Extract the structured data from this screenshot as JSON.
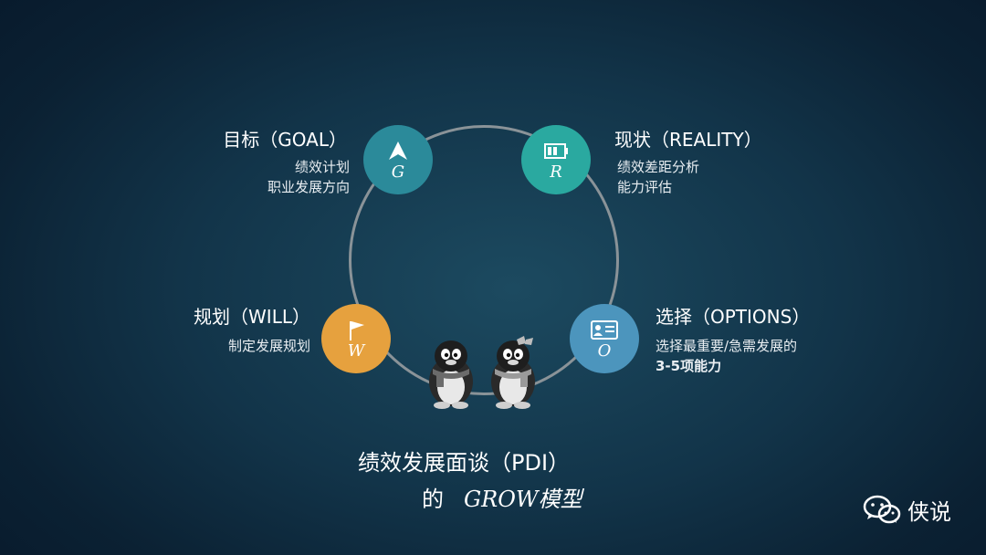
{
  "model": {
    "title": "绩效发展面谈（PDI）",
    "subtitle_prefix": "的",
    "subtitle_model": "GROW模型"
  },
  "stages": {
    "goal": {
      "title": "目标（GOAL）",
      "letter": "G",
      "icon": "arrow-up-icon",
      "color": "#2b8a9a",
      "lines": [
        "绩效计划",
        "职业发展方向"
      ]
    },
    "reality": {
      "title": "现状（REALITY）",
      "letter": "R",
      "icon": "battery-icon",
      "color": "#2aa9a0",
      "lines": [
        "绩效差距分析",
        "能力评估"
      ]
    },
    "will": {
      "title": "规划（WILL）",
      "letter": "W",
      "icon": "flag-icon",
      "color": "#e6a13e",
      "lines": [
        "制定发展规划"
      ]
    },
    "options": {
      "title": "选择（OPTIONS）",
      "letter": "O",
      "icon": "id-card-icon",
      "color": "#4c95bd",
      "lines": [
        "选择最重要/急需发展的",
        "3-5项能力"
      ]
    }
  },
  "brand": {
    "name": "侠说",
    "icon": "wechat-icon"
  }
}
